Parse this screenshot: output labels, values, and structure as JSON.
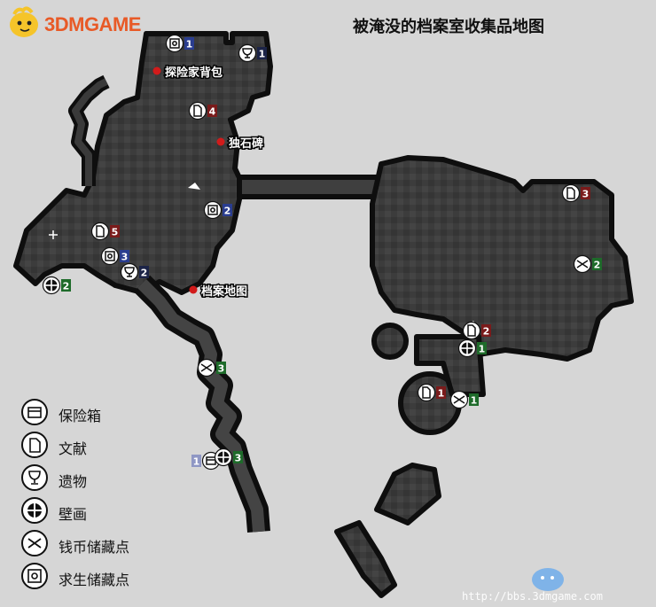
{
  "title": "被淹没的档案室收集品地图",
  "brand": {
    "logo_text": "3DMGAME"
  },
  "watermark": {
    "url": "http://bbs.3dmgame.com"
  },
  "colors": {
    "red": "#7a1b1b",
    "blue": "#2a3d8f",
    "navy": "#1c2447",
    "green": "#1e6b2a",
    "lightblue": "#8f97c4"
  },
  "legend": [
    {
      "icon": "safe-icon",
      "label": "保险箱"
    },
    {
      "icon": "document-icon",
      "label": "文献"
    },
    {
      "icon": "relic-icon",
      "label": "遗物"
    },
    {
      "icon": "mural-icon",
      "label": "壁画"
    },
    {
      "icon": "coin-cache-icon",
      "label": "钱币储藏点"
    },
    {
      "icon": "survival-cache-icon",
      "label": "求生储藏点"
    }
  ],
  "places": [
    {
      "name": "探险家背包"
    },
    {
      "name": "独石碑"
    },
    {
      "name": "档案地图"
    }
  ],
  "markers": [
    {
      "type": "survival",
      "number": "1",
      "color": "blue"
    },
    {
      "type": "relic",
      "number": "1",
      "color": "navy"
    },
    {
      "type": "document",
      "number": "4",
      "color": "red"
    },
    {
      "type": "survival",
      "number": "2",
      "color": "blue"
    },
    {
      "type": "document",
      "number": "5",
      "color": "red"
    },
    {
      "type": "survival",
      "number": "3",
      "color": "blue"
    },
    {
      "type": "relic",
      "number": "2",
      "color": "navy"
    },
    {
      "type": "mural",
      "number": "2",
      "color": "green"
    },
    {
      "type": "coin",
      "number": "3",
      "color": "green"
    },
    {
      "type": "safe",
      "number": "1",
      "color": "lightblue"
    },
    {
      "type": "mural",
      "number": "3",
      "color": "green"
    },
    {
      "type": "document",
      "number": "3",
      "color": "red"
    },
    {
      "type": "coin",
      "number": "2",
      "color": "green"
    },
    {
      "type": "document",
      "number": "2",
      "color": "red"
    },
    {
      "type": "mural",
      "number": "1",
      "color": "green"
    },
    {
      "type": "document",
      "number": "1",
      "color": "red"
    },
    {
      "type": "coin",
      "number": "1",
      "color": "green"
    }
  ]
}
